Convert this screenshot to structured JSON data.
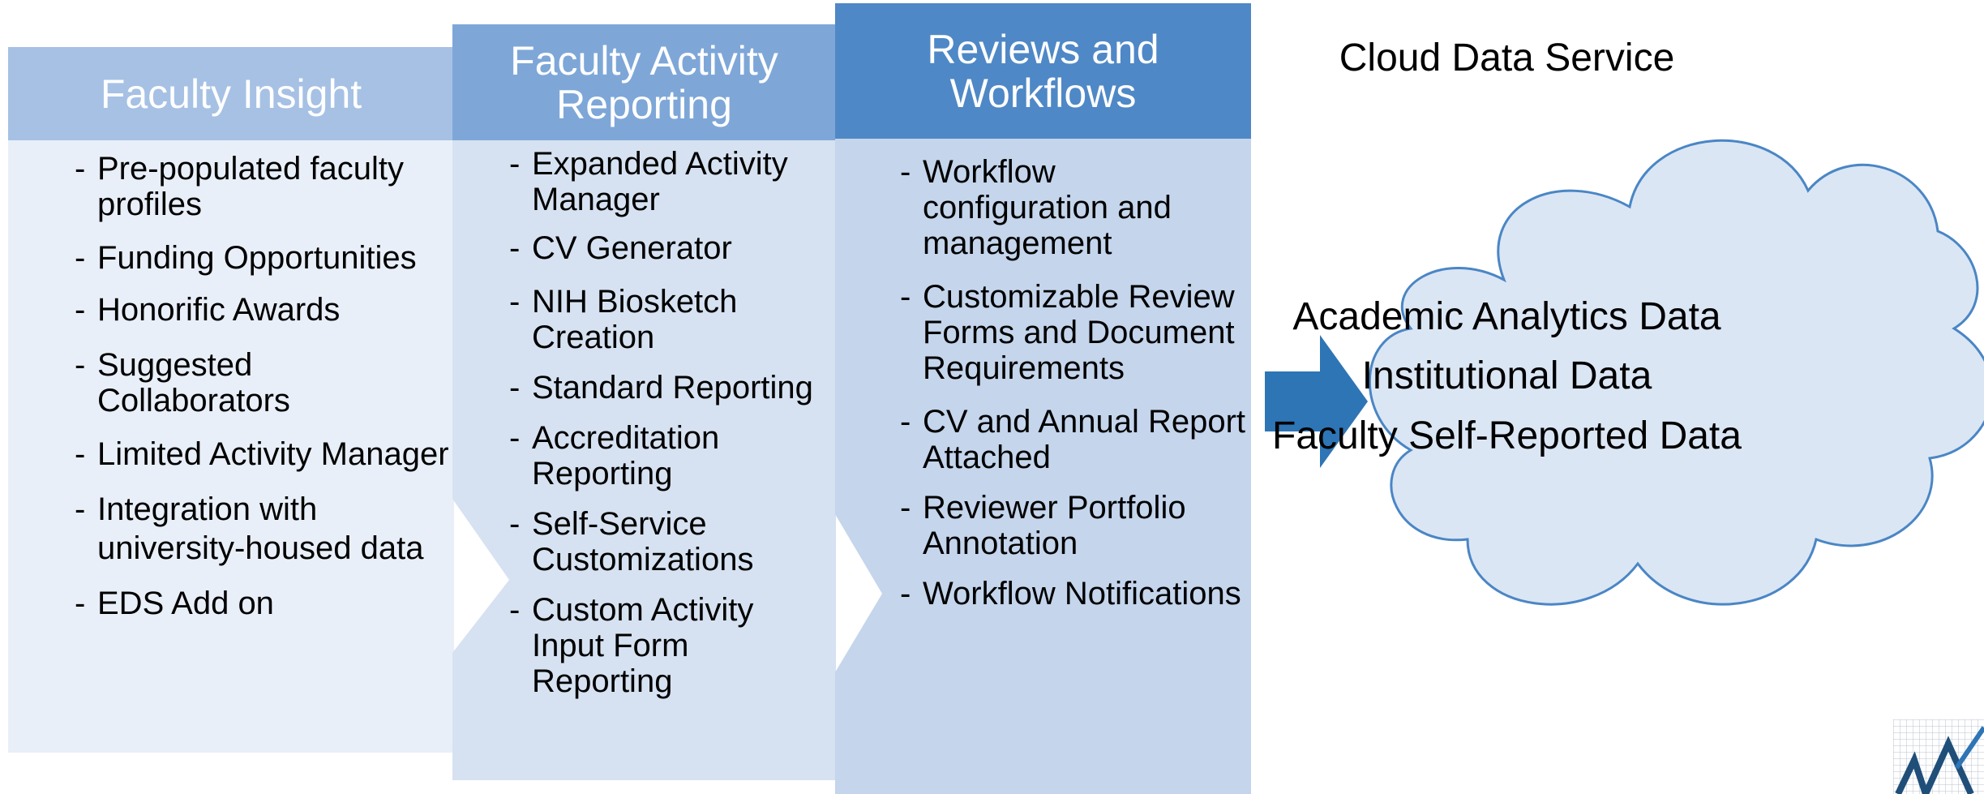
{
  "columns": [
    {
      "title": "Faculty Insight",
      "items": [
        "Pre-populated faculty profiles",
        "Funding Opportunities",
        "Honorific Awards",
        "Suggested Collaborators",
        "Limited Activity Manager",
        "Integration with university-housed data",
        "EDS Add on"
      ]
    },
    {
      "title": "Faculty Activity Reporting",
      "items": [
        "Expanded Activity Manager",
        "CV Generator",
        "NIH Biosketch Creation",
        "Standard Reporting",
        "Accreditation Reporting",
        "Self-Service Customizations",
        "Custom Activity Input Form Reporting"
      ]
    },
    {
      "title": "Reviews and Workflows",
      "items": [
        "Workflow configuration and management",
        "Customizable Review Forms and Document Requirements",
        "CV and Annual Report Attached",
        "Reviewer Portfolio Annotation",
        "Workflow Notifications"
      ]
    }
  ],
  "cloud": {
    "title": "Cloud Data Service",
    "lines": [
      "Academic Analytics Data",
      "Institutional Data",
      "Faculty Self-Reported Data"
    ]
  },
  "colors": {
    "col1_header": "#a6c1e4",
    "col1_body": "#e9eff8",
    "col2_header": "#7ea7d8",
    "col2_body": "#d6e2f1",
    "col3_header": "#4f88c6",
    "col3_body": "#c4d5ec",
    "arrow": "#2e75b6",
    "cloud_fill": "#dbe6f4",
    "cloud_stroke": "#4a86c5"
  },
  "icons": [
    "arrow-right-icon",
    "cloud-icon",
    "logo-icon"
  ]
}
